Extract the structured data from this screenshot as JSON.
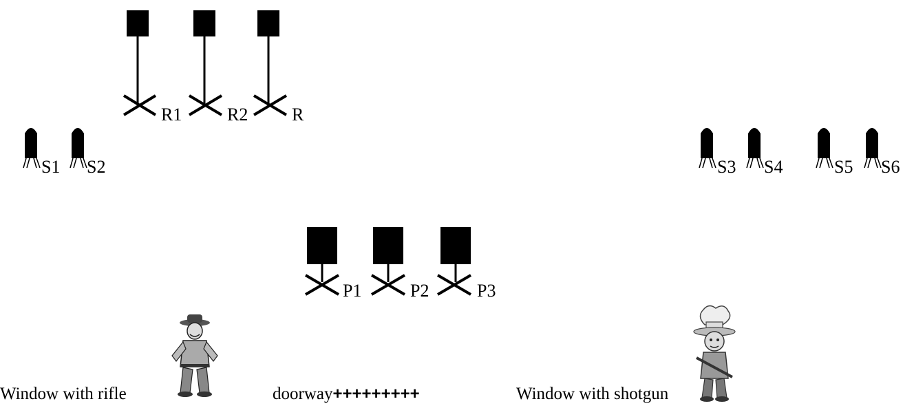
{
  "rifle_targets": [
    {
      "label": "R1"
    },
    {
      "label": "R2"
    },
    {
      "label": "R"
    }
  ],
  "pistol_targets": [
    {
      "label": "P1"
    },
    {
      "label": "P2"
    },
    {
      "label": "P3"
    }
  ],
  "shotgun_targets": [
    {
      "label": "S1"
    },
    {
      "label": "S2"
    },
    {
      "label": "S3"
    },
    {
      "label": "S4"
    },
    {
      "label": "S5"
    },
    {
      "label": "S6"
    }
  ],
  "captions": {
    "rifle_window": "Window with rifle",
    "doorway": "doorway",
    "doorway_marks": "+++++++++",
    "shotgun_window": "Window with shotgun"
  },
  "colors": {
    "ink": "#000000",
    "background": "#ffffff"
  }
}
